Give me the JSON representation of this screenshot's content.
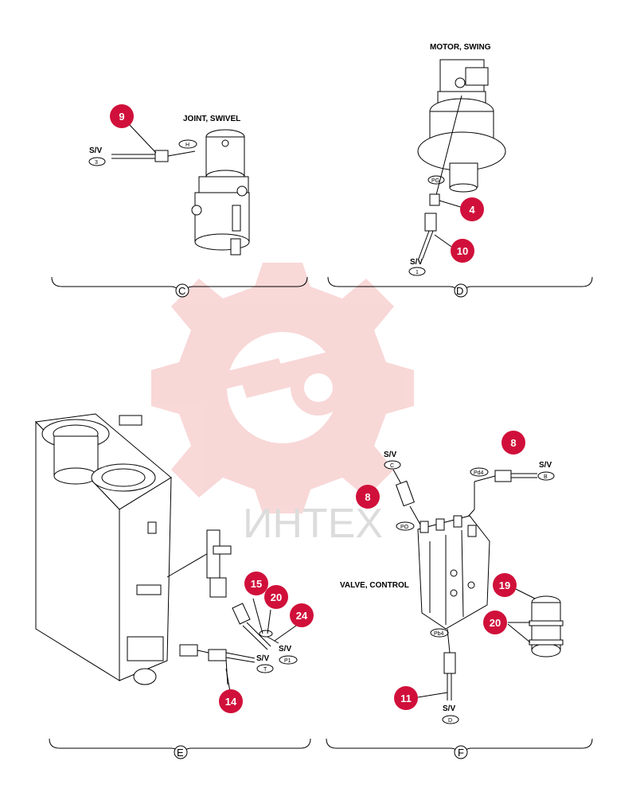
{
  "labels": {
    "joint_swivel": "JOINT, SWIVEL",
    "motor_swing": "MOTOR, SWING",
    "valve_control": "VALVE, CONTROL"
  },
  "watermark": {
    "text": "ИНТЕХ",
    "color": "#f4b8b8"
  },
  "callout_color": "#d0103a",
  "callouts": [
    {
      "n": "9"
    },
    {
      "n": "4"
    },
    {
      "n": "10"
    },
    {
      "n": "8"
    },
    {
      "n": "8"
    },
    {
      "n": "15"
    },
    {
      "n": "20"
    },
    {
      "n": "24"
    },
    {
      "n": "14"
    },
    {
      "n": "19"
    },
    {
      "n": "20"
    },
    {
      "n": "11"
    }
  ],
  "sv": "S/V",
  "tags": {
    "sv_3": "3",
    "h": "H",
    "pg": "PG",
    "sv_1": "1",
    "sv_c": "C",
    "pd4_top": "Pd4",
    "sv_b": "B",
    "po": "PO",
    "pb4": "Pb4",
    "sv_d": "D",
    "sv_t": "T",
    "sv_p1": "P1"
  },
  "sections": [
    "C",
    "D",
    "E",
    "F"
  ]
}
